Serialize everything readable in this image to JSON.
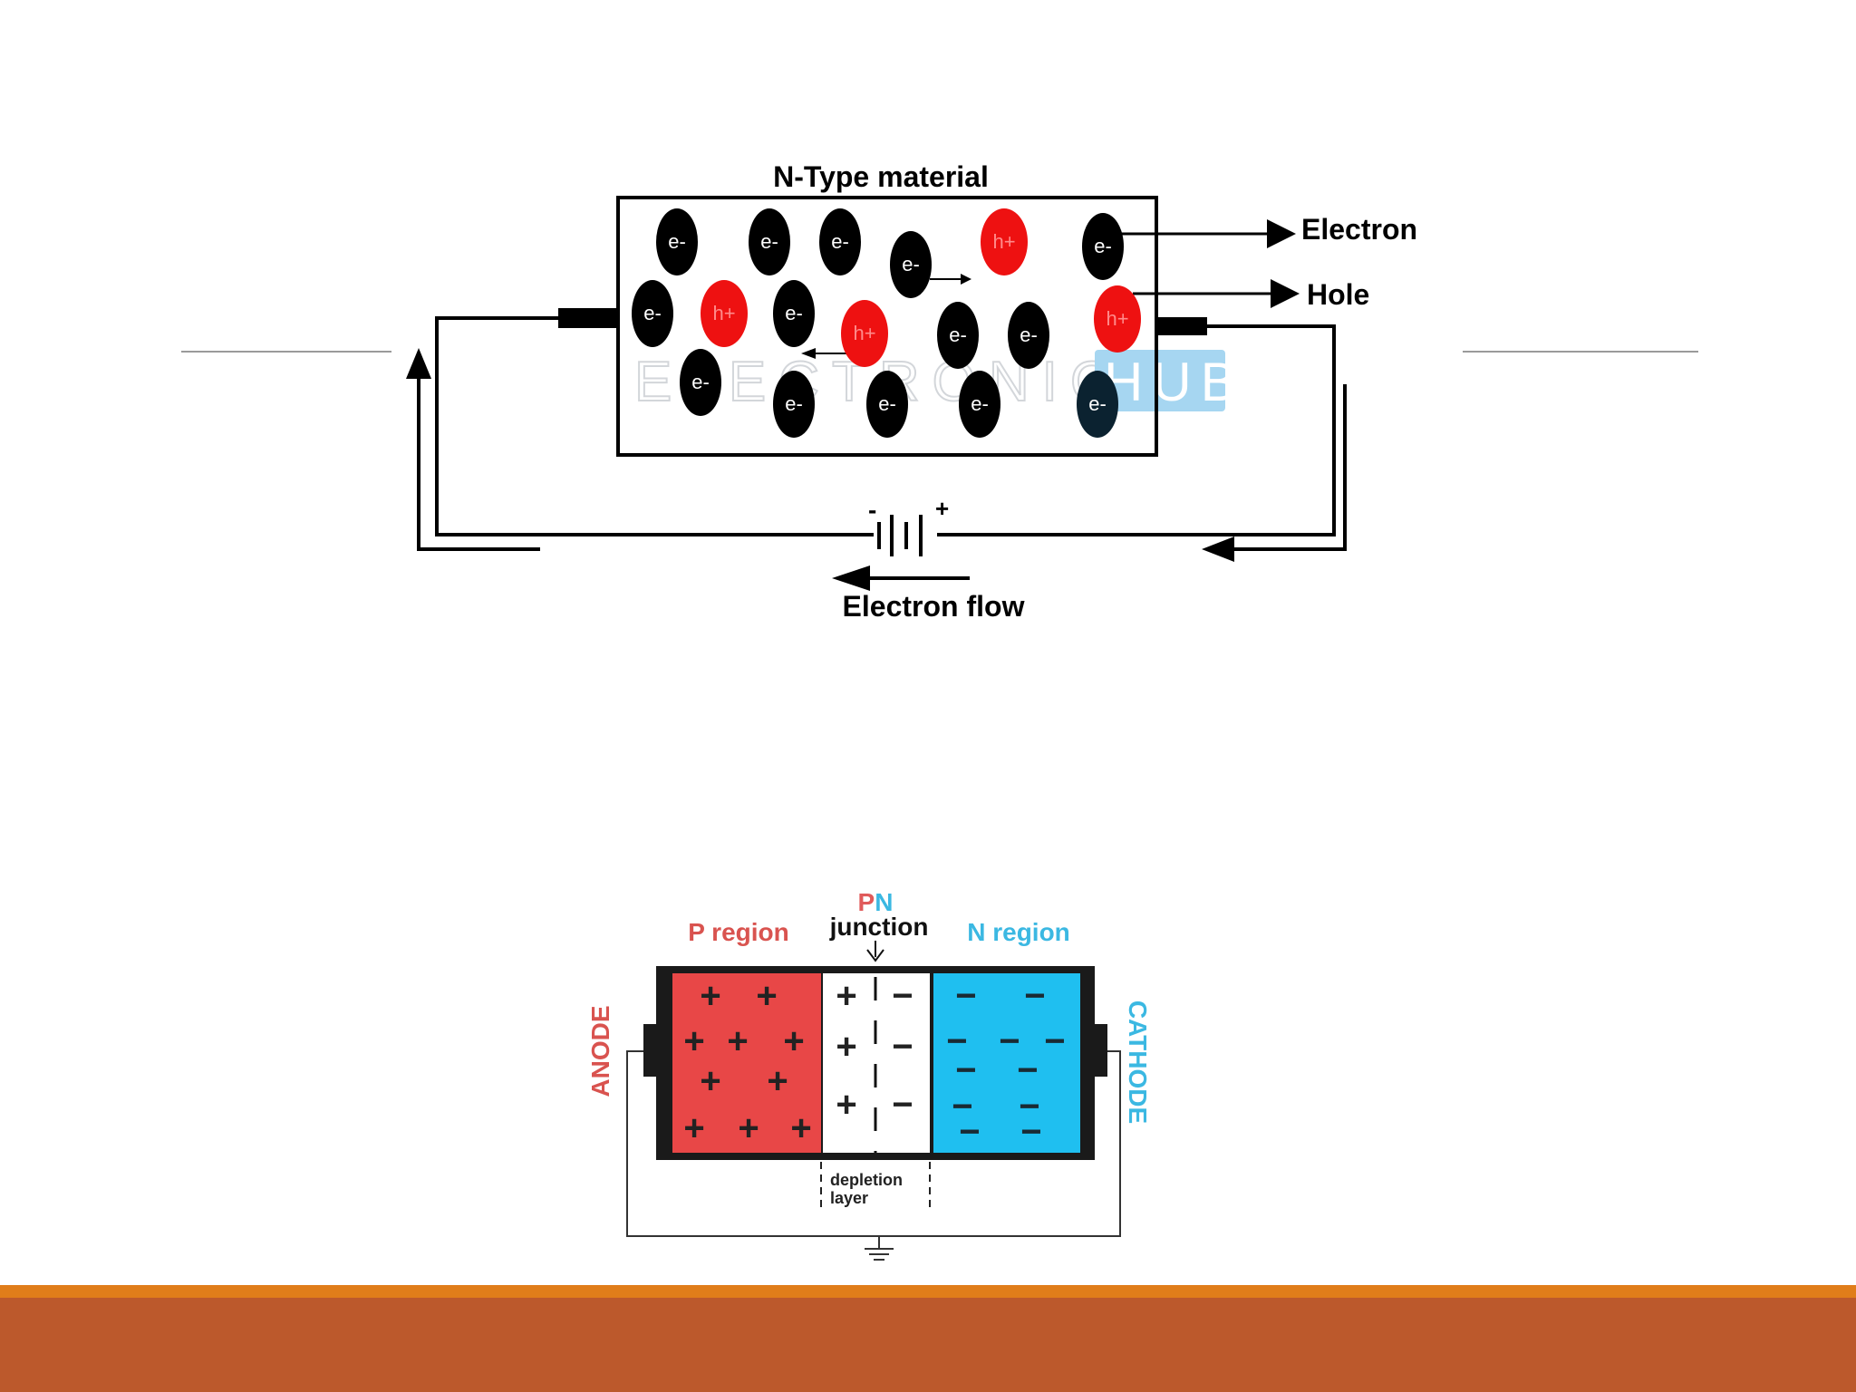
{
  "ntype": {
    "title": "N-Type material",
    "electron_symbol": "e-",
    "hole_symbol": "h+",
    "legend_electron": "Electron",
    "legend_hole": "Hole",
    "flow_label": "Electron flow",
    "battery_minus": "-",
    "battery_plus": "+",
    "watermark": "ELECTRONICS HUB"
  },
  "pn": {
    "p_letter": "P",
    "n_letter": "N",
    "junction_label": "junction",
    "p_region_label": "P region",
    "n_region_label": "N region",
    "anode_label": "ANODE",
    "cathode_label": "CATHODE",
    "depletion_line1": "depletion",
    "depletion_line2": "layer",
    "plus_sign": "+",
    "minus_sign": "−"
  },
  "colors": {
    "electron": "#000000",
    "hole": "#ee1111",
    "p_region": "#e84747",
    "n_region": "#1fbff0",
    "p_text": "#d9534f",
    "n_text": "#3bb8e2",
    "orange_band": "#e07d1a",
    "rust_band": "#bc592c"
  }
}
